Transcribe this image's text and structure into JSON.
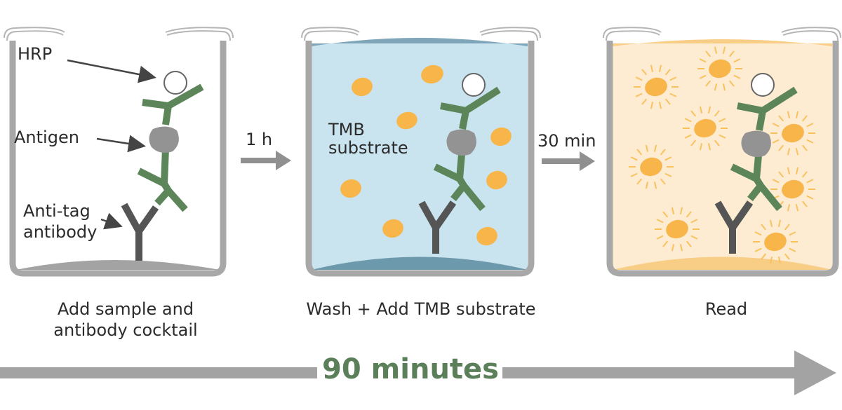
{
  "panels": [
    {
      "caption_line1": "Add sample and",
      "caption_line2": "antibody cocktail",
      "labels": {
        "hrp": "HRP",
        "antigen": "Antigen",
        "antibody_line1": "Anti-tag",
        "antibody_line2": "antibody"
      }
    },
    {
      "caption": "Wash + Add TMB substrate",
      "substrate_line1": "TMB",
      "substrate_line2": "substrate"
    },
    {
      "caption": "Read"
    }
  ],
  "steps": [
    "1 h",
    "30 min"
  ],
  "total_time": "90 minutes",
  "colors": {
    "well_wall": "#a8a8a8",
    "antibody_green": "#5c8659",
    "anti_tag_dark": "#555555",
    "antigen_gray": "#9a9a9a",
    "wash_liquid": "#c9e4ee",
    "wash_surface": "#6d99ad",
    "read_liquid": "#fdebd2",
    "read_surface": "#f8cd85",
    "substrate_orange": "#f7b54a",
    "timeline_text": "#5b7f58"
  }
}
